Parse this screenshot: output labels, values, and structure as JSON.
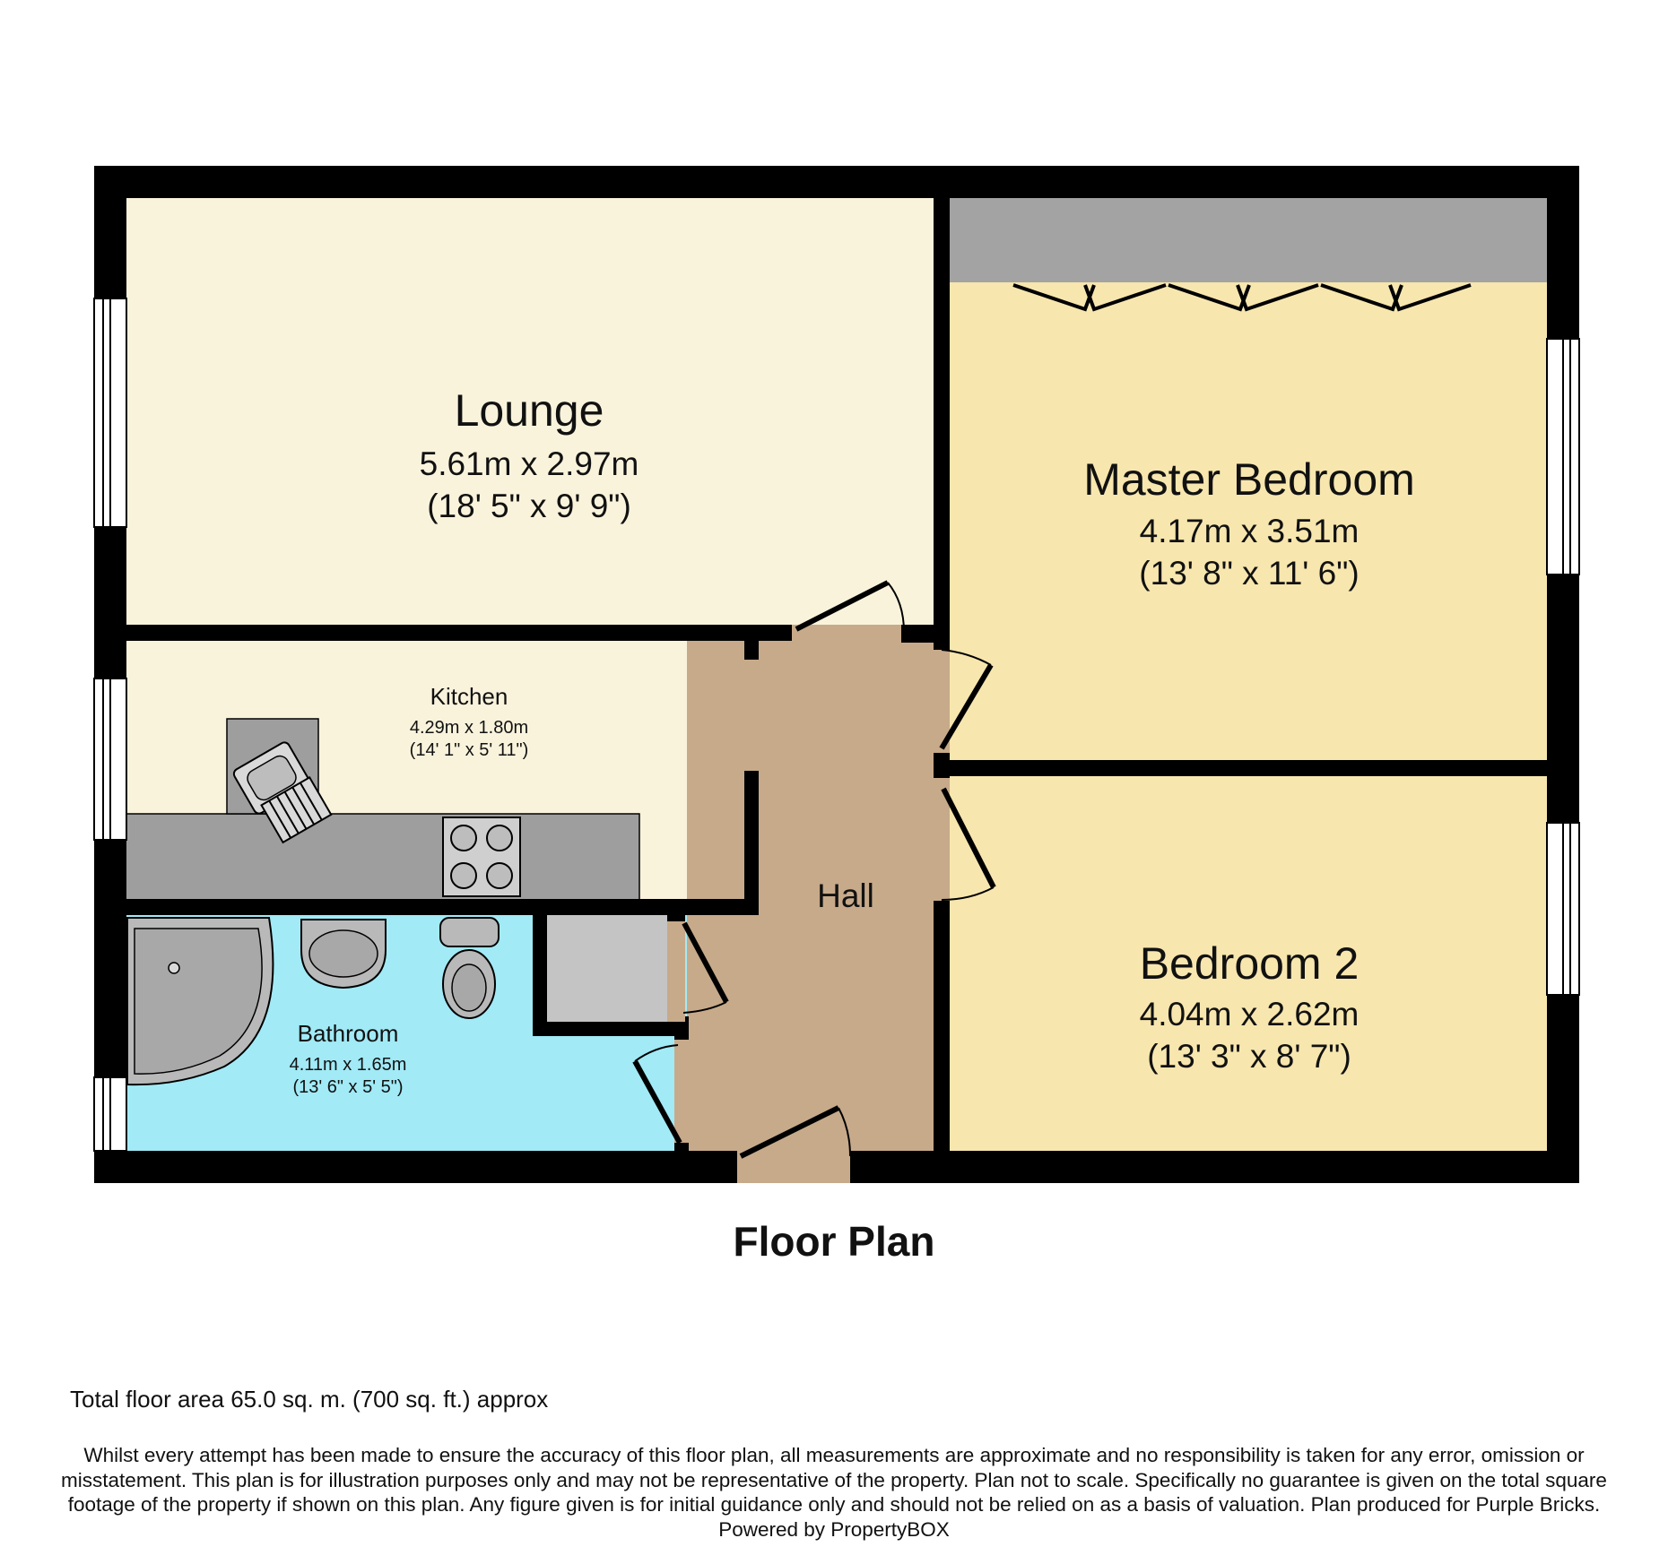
{
  "plan": {
    "caption": "Floor Plan",
    "total_area": "Total floor area 65.0 sq. m. (700 sq. ft.) approx",
    "disclaimer": "Whilst every attempt has been made to ensure the accuracy of this floor plan, all measurements are approximate and no responsibility is taken for any error, omission or misstatement. This plan is for illustration purposes only and may not be representative of the property. Plan not to scale. Specifically no guarantee is given on the total square footage of the property if shown on this plan. Any figure given is for initial guidance only and should not be relied on as a basis of valuation.  Plan produced for Purple Bricks. Powered by PropertyBOX"
  },
  "rooms": {
    "lounge": {
      "name": "Lounge",
      "metric": "5.61m x 2.97m",
      "imperial": "(18' 5\" x 9' 9\")"
    },
    "master_bedroom": {
      "name": "Master Bedroom",
      "metric": "4.17m x 3.51m",
      "imperial": "(13' 8\" x 11' 6\")"
    },
    "kitchen": {
      "name": "Kitchen",
      "metric": "4.29m x 1.80m",
      "imperial": "(14' 1\" x 5' 11\")"
    },
    "hall": {
      "name": "Hall"
    },
    "bedroom_2": {
      "name": "Bedroom 2",
      "metric": "4.04m x 2.62m",
      "imperial": "(13' 3\" x 8' 7\")"
    },
    "bathroom": {
      "name": "Bathroom",
      "metric": "4.11m x 1.65m",
      "imperial": "(13' 6\" x 5' 5\")"
    }
  },
  "colors": {
    "wall": "#000000",
    "lounge_fill": "#f9f3dc",
    "bedroom_fill": "#f7e6ae",
    "hall_fill": "#c7aa8a",
    "bathroom_fill": "#a1eaf6",
    "fixture_fill": "#9e9e9e",
    "wardrobe_fill": "#a3a3a3"
  }
}
